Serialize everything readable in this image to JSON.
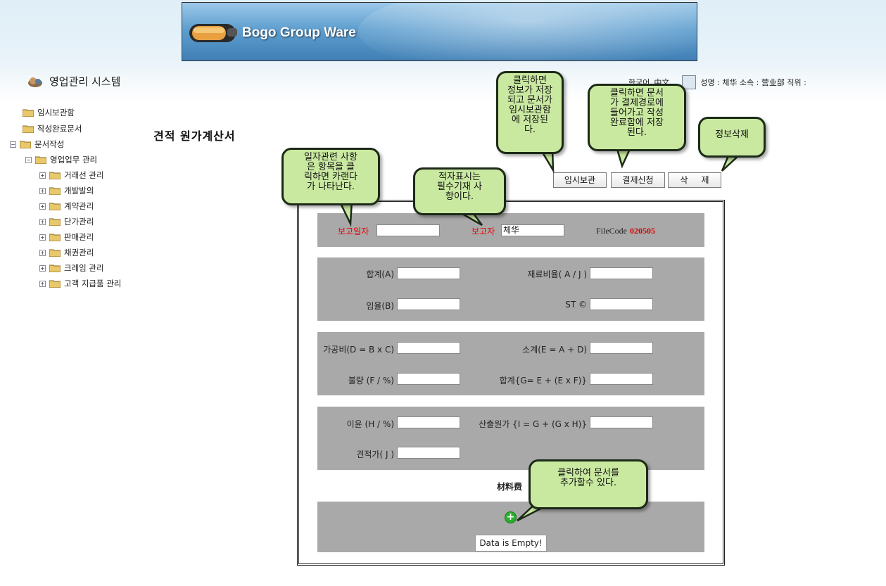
{
  "header": {
    "banner_title": "Bogo Group Ware",
    "system_title": "영업관리 시스템",
    "lang_ko": "한국어",
    "lang_zh": "中文",
    "user_info": "성명 : 체华 소속 : 营业部 직위 :"
  },
  "tree": {
    "temp_box": "임시보관함",
    "done_box": "작성완료문서",
    "doc_write": "문서작성",
    "sales_mgmt": "영업업무 관리",
    "items": [
      "거래선 관리",
      "개발발의",
      "계약관리",
      "단가관리",
      "판매관리",
      "채권관리",
      "크레임 관리",
      "고객 지급품 관리"
    ]
  },
  "main": {
    "page_title": "견적 원가계산서",
    "buttons": {
      "save_temp": "임시보관",
      "approve": "결제신청",
      "delete": "삭     제"
    },
    "row1": {
      "report_date_label": "보고일자",
      "reporter_label": "보고자",
      "reporter_value": "체华",
      "filecode_label": "FileCode",
      "filecode_value": "020505"
    },
    "row2": {
      "sum_label": "합계(A)",
      "material_ratio_label": "재료비율( A / J )",
      "wage_label": "임율(B)",
      "st_label": "ST ©"
    },
    "row3": {
      "processing_label": "가공비(D = B x C)",
      "subtotal_label": "소계(E = A + D)",
      "defect_label": "불량 (F / %)",
      "total_label": "합계{G= E + (E x F)}"
    },
    "row4": {
      "profit_label": "이윤 (H / %)",
      "calc_cost_label": "산출원가 {I = G + (G x H)}",
      "quote_label": "견적가( J )"
    },
    "material_title": "材料费",
    "empty_text": "Data is Empty!"
  },
  "callouts": {
    "save_temp": "클릭하면\n정보가 저장\n되고 문서가\n임시보관함\n에 저장된\n다.",
    "approve": "클릭하면 문서\n가 결제경로에\n들어가고 작성\n완료함에 저장\n된다.",
    "delete": "정보삭제",
    "date": "일자관련 사항\n은 항목을 클\n릭하면 카랜다\n가 나타난다.",
    "required": "적자표시는\n필수기재 사\n항이다.",
    "add_doc": "클릭하여 문서를\n추가할수 있다."
  }
}
